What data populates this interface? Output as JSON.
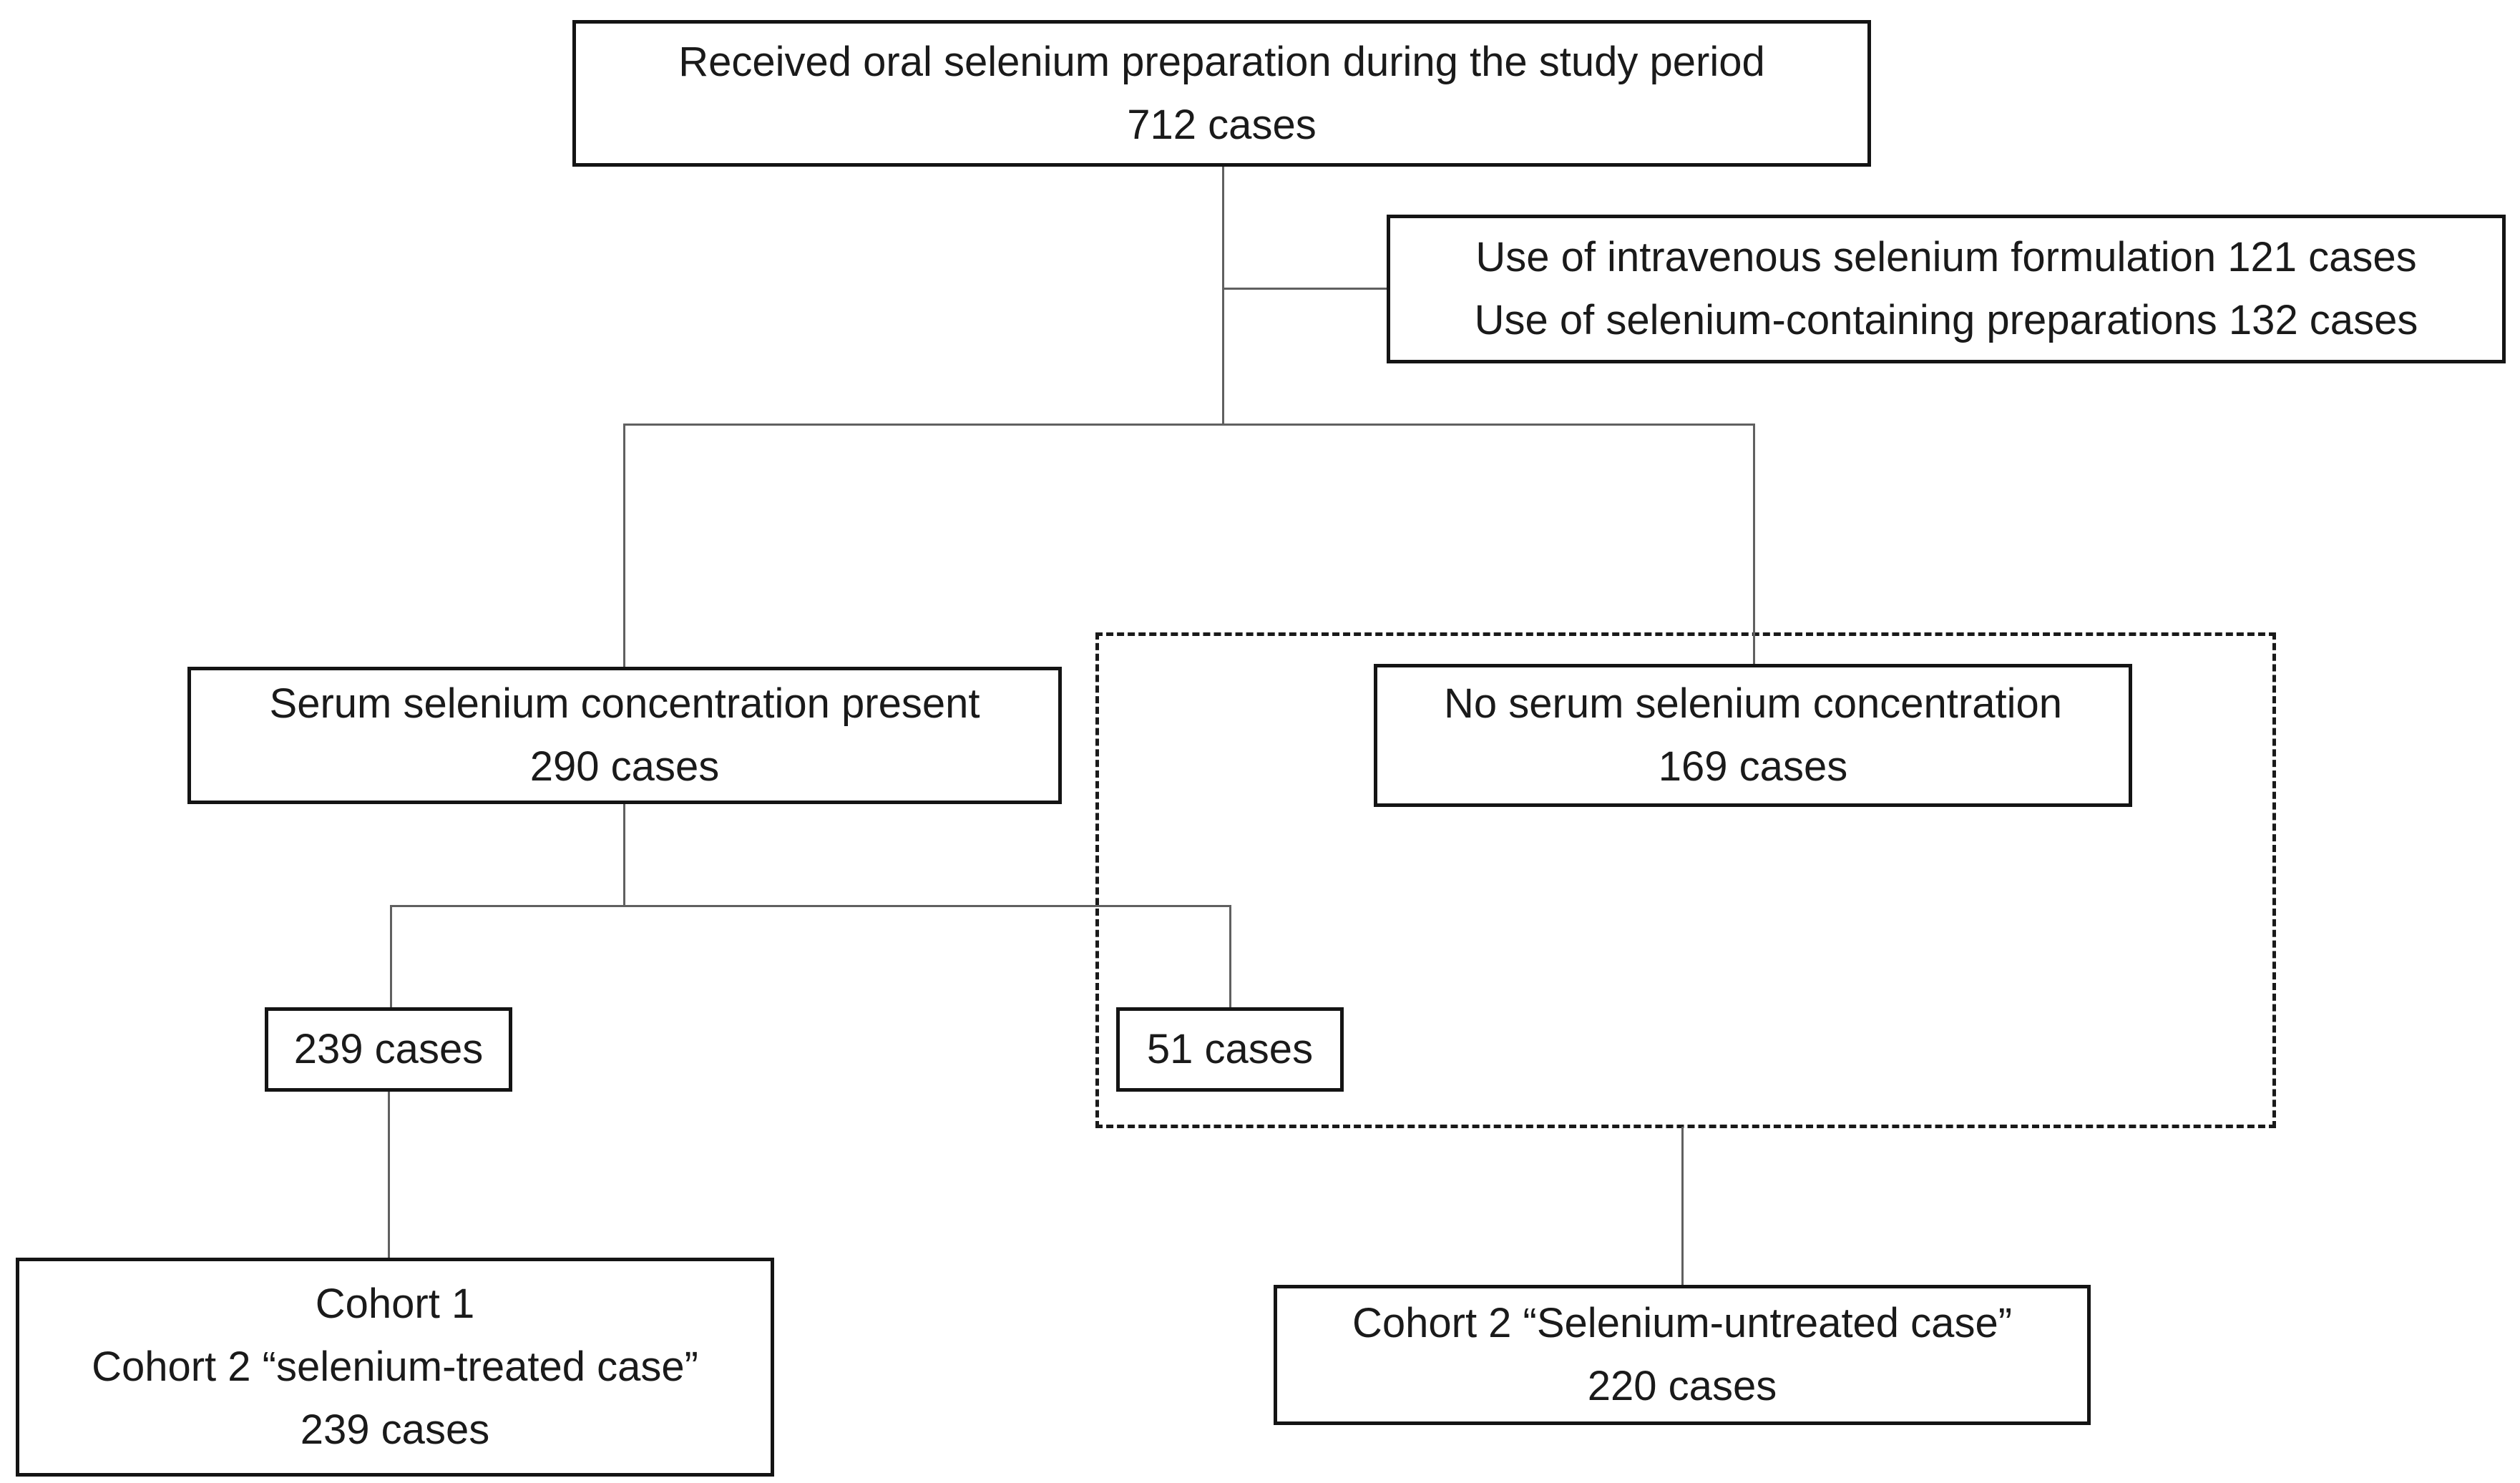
{
  "colors": {
    "background": "#ffffff",
    "box_border": "#141414",
    "text": "#1a1a1a",
    "connector": "#606060",
    "dashed_border": "#1a1a1a"
  },
  "boxes": {
    "received": {
      "lines": [
        "Received oral selenium preparation during the study period",
        "712 cases"
      ]
    },
    "excluded": {
      "lines": [
        "Use of intravenous selenium formulation 121 cases",
        "Use of selenium-containing preparations 132 cases"
      ]
    },
    "serum_present": {
      "lines": [
        "Serum selenium concentration present",
        "290 cases"
      ]
    },
    "no_serum": {
      "lines": [
        "No serum selenium concentration",
        "169 cases"
      ]
    },
    "cases_239": {
      "lines": [
        "239 cases"
      ]
    },
    "cases_51": {
      "lines": [
        "51 cases"
      ]
    },
    "cohort_treated": {
      "lines": [
        "Cohort 1",
        "Cohort 2 “selenium-treated case”",
        "239 cases"
      ]
    },
    "cohort_untreated": {
      "lines": [
        "Cohort 2 “Selenium-untreated case”",
        "220 cases"
      ]
    }
  }
}
